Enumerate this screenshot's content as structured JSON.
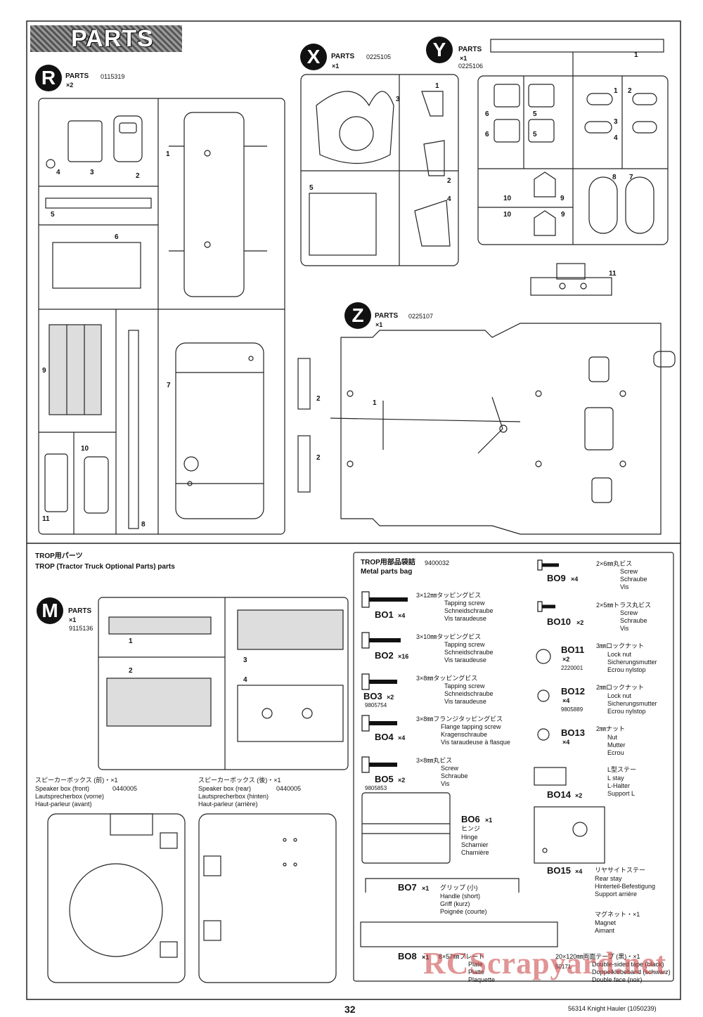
{
  "header": {
    "title": "PARTS"
  },
  "sprues": {
    "R": {
      "letter": "R",
      "label": "PARTS",
      "code": "0115319",
      "qty": "×2",
      "numbers": [
        "1",
        "2",
        "3",
        "4",
        "5",
        "6",
        "7",
        "8",
        "9",
        "10",
        "11"
      ]
    },
    "X": {
      "letter": "X",
      "label": "PARTS",
      "code": "0225105",
      "qty": "×1",
      "numbers": [
        "1",
        "2",
        "3",
        "4",
        "5"
      ]
    },
    "Y": {
      "letter": "Y",
      "label": "PARTS",
      "qty": "×1",
      "code": "0225106",
      "numbers": [
        "1",
        "2",
        "3",
        "4",
        "5",
        "6",
        "7",
        "8",
        "9",
        "10",
        "10",
        "11",
        "1"
      ]
    },
    "Z": {
      "letter": "Z",
      "label": "PARTS",
      "code": "0225107",
      "qty": "×1",
      "numbers": [
        "1",
        "2",
        "2"
      ]
    },
    "M": {
      "letter": "M",
      "label": "PARTS",
      "qty": "×1",
      "code": "9115136",
      "numbers": [
        "1",
        "2",
        "3",
        "4"
      ]
    }
  },
  "trop": {
    "heading_jp": "TROP用パーツ",
    "heading_en": "TROP (Tractor Truck Optional Parts) parts"
  },
  "speaker_front": {
    "jp": "スピーカーボックス (前)・×1",
    "en": "Speaker box (front)",
    "code": "0440005",
    "de": "Lautsprecherbox (vorne)",
    "fr": "Haut-parleur (avant)"
  },
  "speaker_rear": {
    "jp": "スピーカーボックス (後)・×1",
    "en": "Speaker box (rear)",
    "code": "0440005",
    "de": "Lautsprecherbox (hinten)",
    "fr": "Haut-parleur (arrière)"
  },
  "metal_bag": {
    "title_jp": "TROP用部品袋詰",
    "code": "9400032",
    "title_en": "Metal parts bag"
  },
  "items": {
    "bo1": {
      "code": "BO1",
      "qty": "×4",
      "jp": "3×12㎜タッピングビス",
      "l1": "Tapping screw",
      "l2": "Schneidschraube",
      "l3": "Vis taraudeuse"
    },
    "bo2": {
      "code": "BO2",
      "qty": "×16",
      "jp": "3×10㎜タッピングビス",
      "l1": "Tapping screw",
      "l2": "Schneidschraube",
      "l3": "Vis taraudeuse"
    },
    "bo3": {
      "code": "BO3",
      "qty": "×2",
      "num": "9805754",
      "jp": "3×8㎜タッピングビス",
      "l1": "Tapping screw",
      "l2": "Schneidschraube",
      "l3": "Vis taraudeuse"
    },
    "bo4": {
      "code": "BO4",
      "qty": "×4",
      "jp": "3×8㎜フランジタッピングビス",
      "l1": "Flange tapping screw",
      "l2": "Kragenschraube",
      "l3": "Vis taraudeuse à flasque"
    },
    "bo5": {
      "code": "BO5",
      "qty": "×2",
      "num": "9805853",
      "jp": "3×8㎜丸ビス",
      "l1": "Screw",
      "l2": "Schraube",
      "l3": "Vis"
    },
    "bo6": {
      "code": "BO6",
      "qty": "×1",
      "jp": "ヒンジ",
      "l1": "Hinge",
      "l2": "Scharnier",
      "l3": "Charnière"
    },
    "bo7": {
      "code": "BO7",
      "qty": "×1",
      "jp": "グリップ (小)",
      "l1": "Handle (short)",
      "l2": "Griff (kurz)",
      "l3": "Poignée (courte)"
    },
    "bo8": {
      "code": "BO8",
      "qty": "×1",
      "jp": "8×57㎜プレート",
      "l1": "Plate",
      "l2": "Platte",
      "l3": "Plaquette"
    },
    "bo9": {
      "code": "BO9",
      "qty": "×4",
      "jp": "2×6㎜丸ビス",
      "l1": "Screw",
      "l2": "Schraube",
      "l3": "Vis"
    },
    "bo10": {
      "code": "BO10",
      "qty": "×2",
      "jp": "2×5㎜トラス丸ビス",
      "l1": "Screw",
      "l2": "Schraube",
      "l3": "Vis"
    },
    "bo11": {
      "code": "BO11",
      "qty": "×2",
      "num": "2220001",
      "jp": "3㎜ロックナット",
      "l1": "Lock nut",
      "l2": "Sicherungsmutter",
      "l3": "Ecrou nylstop"
    },
    "bo12": {
      "code": "BO12",
      "qty": "×4",
      "num": "9805889",
      "jp": "2㎜ロックナット",
      "l1": "Lock nut",
      "l2": "Sicherungsmutter",
      "l3": "Ecrou nylstop"
    },
    "bo13": {
      "code": "BO13",
      "qty": "×4",
      "jp": "2㎜ナット",
      "l1": "Nut",
      "l2": "Mutter",
      "l3": "Ecrou"
    },
    "bo14": {
      "code": "BO14",
      "qty": "×2",
      "jp": "L型ステー",
      "l1": "L stay",
      "l2": "L-Halter",
      "l3": "Support L"
    },
    "bo15": {
      "code": "BO15",
      "qty": "×4",
      "jp": "リヤサイトステー",
      "l1": "Rear stay",
      "l2": "Hinterteil-Befestigung",
      "l3": "Support arrière"
    },
    "magnet": {
      "jp": "マグネット・×1",
      "l1": "Magnet",
      "l2": "Aimant"
    },
    "tape": {
      "jp": "20×120㎜両面テープ (黒)・×1",
      "num": "50171",
      "l1": "Double-sided tape (black)",
      "l2": "Doppelklebeband (schwarz)",
      "l3": "Double face (noir)"
    }
  },
  "footer": {
    "page": "32",
    "info": "56314  Knight Hauler (1050239)",
    "watermark": "RCScrapyard.net"
  }
}
